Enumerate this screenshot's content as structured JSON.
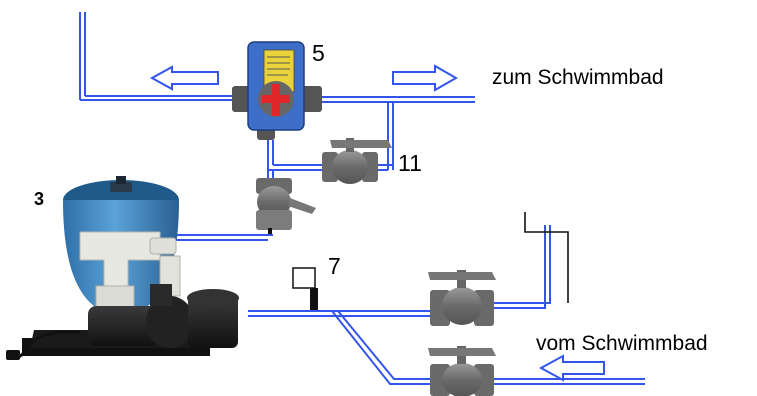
{
  "labels": {
    "to_pool": "zum Schwimmbad",
    "from_pool": "vom Schwimmbad",
    "num_5": "5",
    "num_11": "11",
    "num_7": "7",
    "num_3": "3"
  },
  "colors": {
    "pipe": "#3355ee",
    "arrow": "#3355ee",
    "valve_body": "#6f6f6f",
    "valve_highlight": "#a0a0a0",
    "valve_handle_red": "#e0262a",
    "tank": "#4a90c8",
    "tank_top": "#2a5e8c",
    "multiport": "#e8e8e2",
    "pump": "#232323",
    "base": "#111111",
    "electric_box": "#3a6fc4"
  },
  "icons": [
    "three-way-valve-icon",
    "ball-valve-icon",
    "sand-filter-icon",
    "pool-pump-icon",
    "sensor-icon",
    "flow-arrow-icon"
  ]
}
